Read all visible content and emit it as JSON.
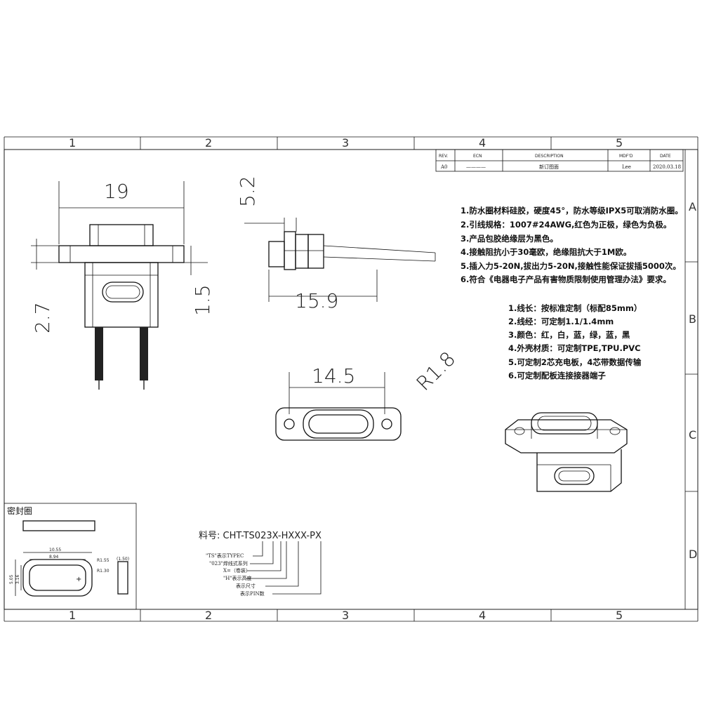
{
  "zones_top": [
    "1",
    "2",
    "3",
    "4",
    "5"
  ],
  "zones_side": [
    "A",
    "B",
    "C",
    "D"
  ],
  "rev_table": {
    "headers": [
      "REV.",
      "ECN",
      "DESCRIPTION",
      "MDF'D",
      "DATE"
    ],
    "row": [
      "A0",
      "————",
      "新订图面",
      "Lee",
      "2020.03.18"
    ]
  },
  "notes_a": [
    "1.防水圈材料硅胶，硬度45°，防水等级IPX5可取消防水圈。",
    "2.引线规格：1007#24AWG,红色为正极，绿色为负极。",
    "3.产品包胶绝缘层为黑色。",
    "4.接触阻抗小于30毫欧，绝缘阻抗大于1M欧。",
    "5.插入力5-20N,拔出力5-20N,接触性能保证拔插5000次。",
    "6.符合《电器电子产品有害物质限制使用管理办法》要求。"
  ],
  "notes_b": [
    "1.线长：按标准定制（标配85mm）",
    "2.线经：可定制1.1/1.4mm",
    "3.颜色：红，白，蓝，绿，蓝，黑",
    "4.外壳材质：可定制TPE,TPU.PVC",
    "5.可定制2芯充电板，4芯带数据传输",
    "6.可定制配板连接接器端子"
  ],
  "dims": {
    "front_width": "19",
    "front_height": "2.7",
    "front_flange": "1.5",
    "side_height": "5.2",
    "side_length": "15.9",
    "top_width": "14.5",
    "radius": "R1.8"
  },
  "seal": {
    "title": "密封圈",
    "d_outer_w": "10.55",
    "d_inner_w": "8.94",
    "d_outer_h": "5.05",
    "d_inner_h": "3.16",
    "d_r1": "R1.55",
    "d_r2": "R1.30",
    "d_thk": "(1.50)"
  },
  "part": {
    "label": "料号: CHT-TS023X-HXXX-PX",
    "legend": [
      "\"TS\"表示TYPEC",
      "\"023\"焊线式系列",
      "X=（卷装）",
      "\"H\"表示高度",
      "表示尺寸",
      "表示PIN数"
    ]
  }
}
